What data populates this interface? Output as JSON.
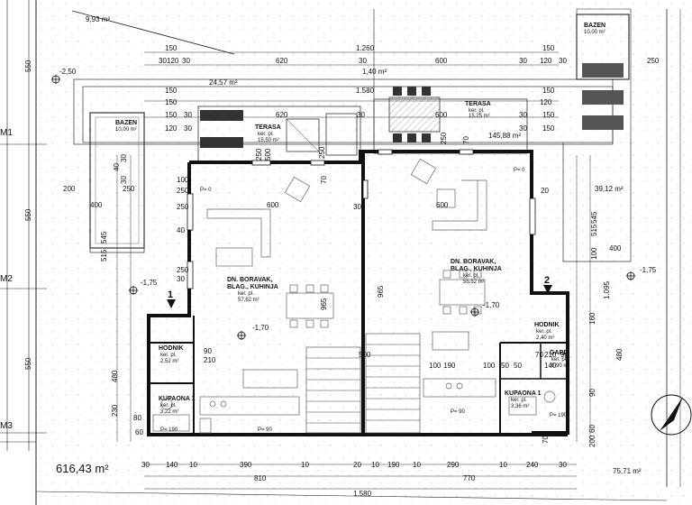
{
  "plot_total_area": "616,43 m²",
  "side_labels": {
    "m1": "M1",
    "m2": "M2",
    "m3": "M3"
  },
  "outdoor": {
    "top_left_area": "9,93 m²",
    "left_garden_area": "24,57 m²",
    "center_top_area": "1,40 m²",
    "center_garden_area": "145,88 m²",
    "right_garden_area": "39,12 m²",
    "bottom_right_area": "75,71 m²"
  },
  "pools": [
    {
      "name": "BAZEN",
      "area": "10,00 m²"
    },
    {
      "name": "BAZEN",
      "area": "10,00 m²"
    }
  ],
  "terraces": [
    {
      "name": "TERASA",
      "floor": "ker. pl.",
      "area": "15,50 m²"
    },
    {
      "name": "TERASA",
      "floor": "ker. pl.",
      "area": "15,25 m²"
    }
  ],
  "rooms_left": {
    "living": {
      "line1": "DN. BORAVAK,",
      "line2": "BLAG., KUHINJA",
      "floor": "ker. pl.",
      "area": "57,62 m²"
    },
    "hall": {
      "name": "HODNIK",
      "floor": "ker. pl.",
      "area": "2,52 m²"
    },
    "bath": {
      "name": "KUPAONA 1",
      "floor": "ker. pl.",
      "area": "3,22 m²"
    }
  },
  "rooms_right": {
    "living": {
      "line1": "DN. BORAVAK,",
      "line2": "BLAG., KUHINJA",
      "floor": "ker. pl.",
      "area": "55,52 m²"
    },
    "hall": {
      "name": "HODNIK",
      "floor": "ker. pl.",
      "area": "2,40 m²"
    },
    "bath": {
      "name": "KUPAONA 1",
      "floor": "ker. pl.",
      "area": "3,36 m²"
    },
    "wardrobe": {
      "name": "GARD.",
      "floor": "ker. pl.",
      "area": "0,90 m²"
    }
  },
  "entrances": {
    "left": "1",
    "right": "2"
  },
  "levels": {
    "floor": "-1,70",
    "ground_left": "-1,75",
    "ground_right": "-1,75",
    "ground_top": "-2,50"
  },
  "door_labels": {
    "p0_left": "P= 0",
    "p0_right": "P= 0",
    "p90_a": "P= 90",
    "p90_b": "P= 90",
    "p190_a": "P= 190",
    "p190_b": "P= 190"
  },
  "dimensions": {
    "top_row1": [
      "150",
      "1.260",
      "150"
    ],
    "top_row2": [
      "30",
      "120",
      "30",
      "620",
      "30",
      "600",
      "30",
      "120",
      "30"
    ],
    "mid_row": [
      "150",
      "1.580",
      "150"
    ],
    "terrace_row": [
      "150",
      "30",
      "620",
      "30",
      "600",
      "30",
      "150"
    ],
    "terrace_row2": [
      "150",
      "120",
      "30",
      "30",
      "120",
      "150"
    ],
    "bottom_row1": [
      "30",
      "140",
      "10",
      "390",
      "10",
      "20",
      "10",
      "190",
      "10",
      "290",
      "10",
      "240",
      "30"
    ],
    "bottom_row2": [
      "810",
      "770"
    ],
    "bottom_total": "1.580",
    "left_col": [
      "550",
      "550",
      "550"
    ],
    "misc": [
      "200",
      "400",
      "250",
      "100",
      "250",
      "600",
      "250",
      "545",
      "515",
      "250",
      "90",
      "210",
      "480",
      "230",
      "80",
      "60",
      "965",
      "30",
      "600",
      "965",
      "100",
      "190",
      "100",
      "50",
      "50",
      "140",
      "70",
      "210",
      "90",
      "400",
      "515",
      "545",
      "1.095",
      "160",
      "480",
      "60",
      "90",
      "40",
      "30",
      "70",
      "70",
      "200",
      "250",
      "100",
      "20",
      "500",
      "250",
      "500",
      "250",
      "70",
      "250",
      "40",
      "30",
      "30"
    ]
  }
}
